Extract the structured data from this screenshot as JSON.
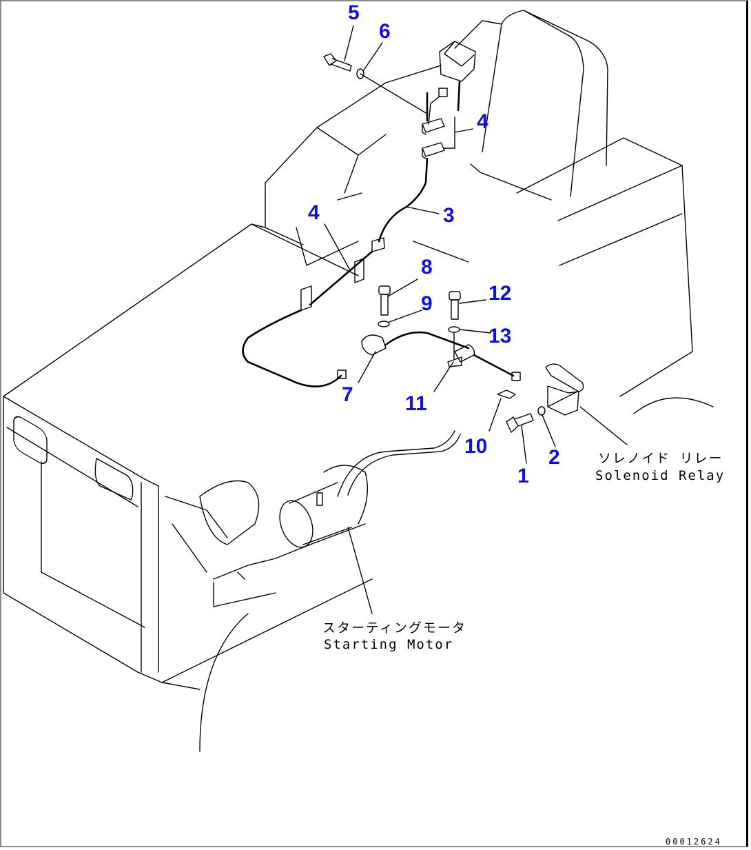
{
  "diagram": {
    "type": "exploded parts diagram",
    "drawing_number": "00012624",
    "callout_color": "#1010e0",
    "callouts": [
      {
        "id": "c5",
        "label": "5"
      },
      {
        "id": "c6",
        "label": "6"
      },
      {
        "id": "c4a",
        "label": "4"
      },
      {
        "id": "c4b",
        "label": "4"
      },
      {
        "id": "c3",
        "label": "3"
      },
      {
        "id": "c8",
        "label": "8"
      },
      {
        "id": "c9",
        "label": "9"
      },
      {
        "id": "c12",
        "label": "12"
      },
      {
        "id": "c13",
        "label": "13"
      },
      {
        "id": "c7",
        "label": "7"
      },
      {
        "id": "c11",
        "label": "11"
      },
      {
        "id": "c10",
        "label": "10"
      },
      {
        "id": "c1",
        "label": "1"
      },
      {
        "id": "c2",
        "label": "2"
      }
    ],
    "labels": {
      "solenoid_relay_jp": "ソレノイド リレー",
      "solenoid_relay_en": "Solenoid Relay",
      "starting_motor_jp": "スターティングモータ",
      "starting_motor_en": "Starting Motor"
    }
  }
}
